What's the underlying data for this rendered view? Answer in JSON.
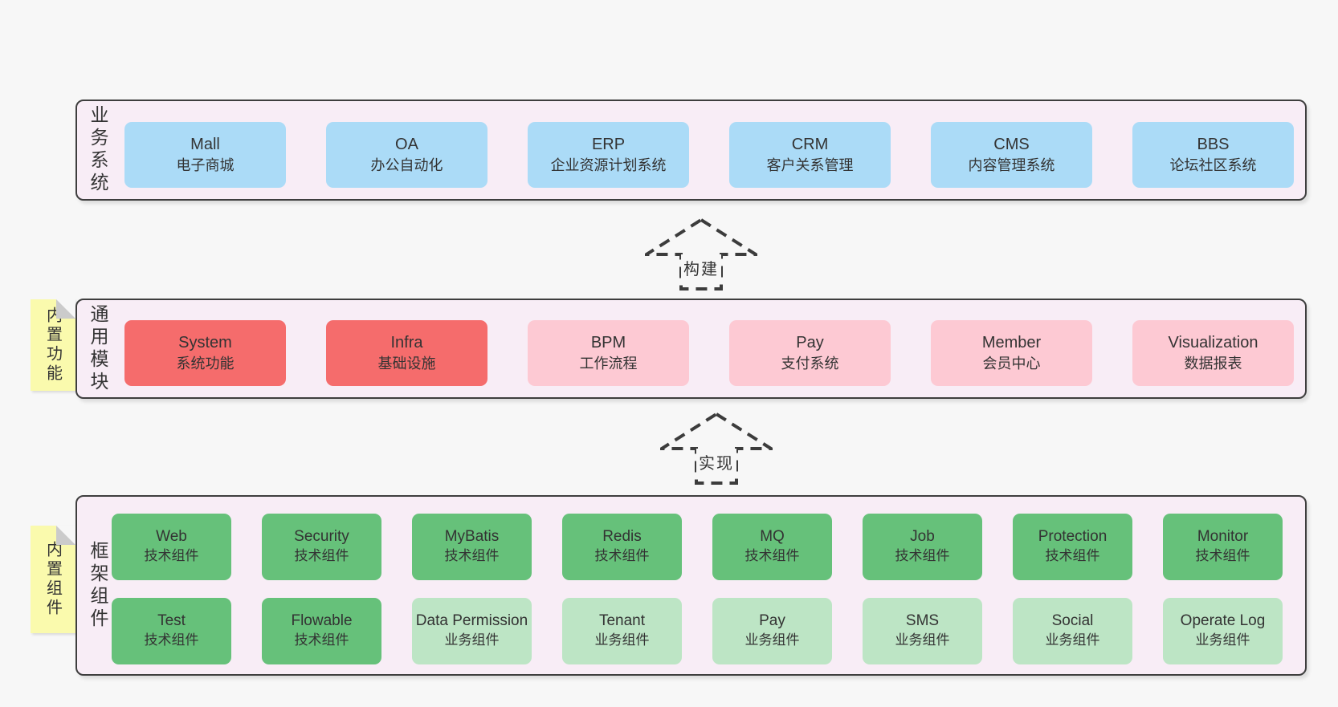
{
  "colors": {
    "background": "#f7f7f7",
    "container_fill": "#f8edf6",
    "container_border": "#3e3e3e",
    "blue": "#abdbf7",
    "red": "#f56c6c",
    "pink": "#fdc9d3",
    "green": "#66c17a",
    "green_light": "#bde5c5",
    "note_yellow": "#fafaad",
    "note_fold": "#cbcbcb",
    "text": "#333333"
  },
  "layers": [
    {
      "side_label": "业务系统",
      "rows": [
        [
          {
            "name": "Mall",
            "desc": "电子商城",
            "variant": "blue"
          },
          {
            "name": "OA",
            "desc": "办公自动化",
            "variant": "blue"
          },
          {
            "name": "ERP",
            "desc": "企业资源计划系统",
            "variant": "blue"
          },
          {
            "name": "CRM",
            "desc": "客户关系管理",
            "variant": "blue"
          },
          {
            "name": "CMS",
            "desc": "内容管理系统",
            "variant": "blue"
          },
          {
            "name": "BBS",
            "desc": "论坛社区系统",
            "variant": "blue"
          }
        ]
      ]
    },
    {
      "side_label": "通用模块",
      "note": "内置功能",
      "rows": [
        [
          {
            "name": "System",
            "desc": "系统功能",
            "variant": "red"
          },
          {
            "name": "Infra",
            "desc": "基础设施",
            "variant": "red"
          },
          {
            "name": "BPM",
            "desc": "工作流程",
            "variant": "pink"
          },
          {
            "name": "Pay",
            "desc": "支付系统",
            "variant": "pink"
          },
          {
            "name": "Member",
            "desc": "会员中心",
            "variant": "pink"
          },
          {
            "name": "Visualization",
            "desc": "数据报表",
            "variant": "pink"
          }
        ]
      ]
    },
    {
      "side_label": "框架组件",
      "note": "内置组件",
      "rows": [
        [
          {
            "name": "Web",
            "desc": "技术组件",
            "variant": "green"
          },
          {
            "name": "Security",
            "desc": "技术组件",
            "variant": "green"
          },
          {
            "name": "MyBatis",
            "desc": "技术组件",
            "variant": "green"
          },
          {
            "name": "Redis",
            "desc": "技术组件",
            "variant": "green"
          },
          {
            "name": "MQ",
            "desc": "技术组件",
            "variant": "green"
          },
          {
            "name": "Job",
            "desc": "技术组件",
            "variant": "green"
          },
          {
            "name": "Protection",
            "desc": "技术组件",
            "variant": "green"
          },
          {
            "name": "Monitor",
            "desc": "技术组件",
            "variant": "green"
          }
        ],
        [
          {
            "name": "Test",
            "desc": "技术组件",
            "variant": "green"
          },
          {
            "name": "Flowable",
            "desc": "技术组件",
            "variant": "green"
          },
          {
            "name": "Data Permission",
            "desc": "业务组件",
            "variant": "green-light"
          },
          {
            "name": "Tenant",
            "desc": "业务组件",
            "variant": "green-light"
          },
          {
            "name": "Pay",
            "desc": "业务组件",
            "variant": "green-light"
          },
          {
            "name": "SMS",
            "desc": "业务组件",
            "variant": "green-light"
          },
          {
            "name": "Social",
            "desc": "业务组件",
            "variant": "green-light"
          },
          {
            "name": "Operate Log",
            "desc": "业务组件",
            "variant": "green-light"
          }
        ]
      ]
    }
  ],
  "arrows": [
    {
      "label": "构建"
    },
    {
      "label": "实现"
    }
  ]
}
